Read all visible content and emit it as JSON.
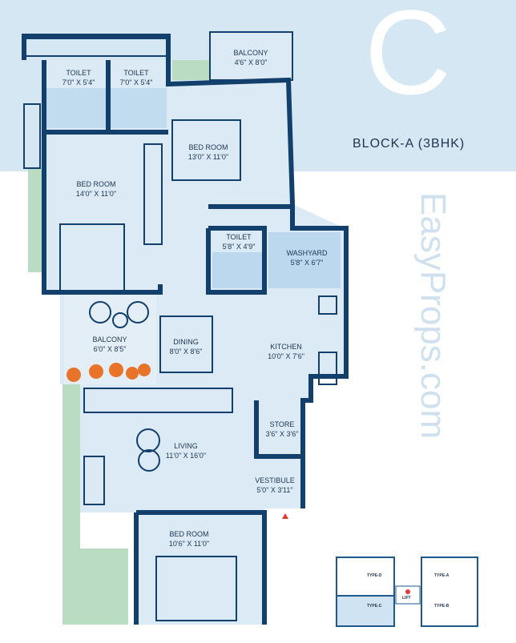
{
  "header": {
    "unit_letter": "C",
    "block_title": "BLOCK-A (3BHK)"
  },
  "watermark": "EasyProps.com",
  "rooms": {
    "balcony_top": {
      "name": "BALCONY",
      "size": "4'6\" X 8'0\""
    },
    "toilet_1": {
      "name": "TOILET",
      "size": "7'0\" X 5'4\""
    },
    "toilet_2": {
      "name": "TOILET",
      "size": "7'0\" X 5'4\""
    },
    "bedroom_1": {
      "name": "BED ROOM",
      "size": "13'0\" X 11'0\""
    },
    "bedroom_2": {
      "name": "BED ROOM",
      "size": "14'0\" X 11'0\""
    },
    "toilet_3": {
      "name": "TOILET",
      "size": "5'8\" X 4'9\""
    },
    "washyard": {
      "name": "WASHYARD",
      "size": "5'8\" X 6'7\""
    },
    "balcony_side": {
      "name": "BALCONY",
      "size": "6'0\" X 8'5\""
    },
    "dining": {
      "name": "DINING",
      "size": "8'0\" X 8'6\""
    },
    "kitchen": {
      "name": "KITCHEN",
      "size": "10'0\" X 7'6\""
    },
    "store": {
      "name": "STORE",
      "size": "3'6\" X 3'6\""
    },
    "living": {
      "name": "LIVING",
      "size": "11'0\" X 16'0\""
    },
    "vestibule": {
      "name": "VESTIBULE",
      "size": "5'0\" X 3'11\""
    },
    "bedroom_3": {
      "name": "BED ROOM",
      "size": "10'6\" X 11'0\""
    }
  },
  "key_plan": {
    "types": [
      "TYPE-D",
      "TYPE-A",
      "TYPE-C",
      "TYPE-B"
    ],
    "center": "LIFT",
    "highlighted": "TYPE-C"
  },
  "colors": {
    "wall": "#123f6b",
    "floor": "#dbeaf5",
    "band": "#d5e7f3",
    "green": "#b9dcc2",
    "accent": "#e53935"
  }
}
